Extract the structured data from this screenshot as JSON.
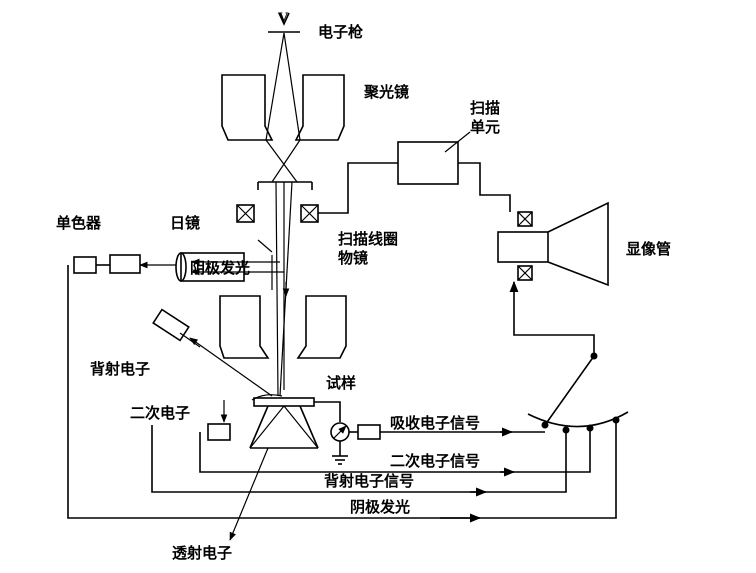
{
  "labels": {
    "gun_symbol": "V",
    "electron_gun": "电子枪",
    "condenser_lens": "聚光镜",
    "scan_unit_line1": "扫描",
    "scan_unit_line2": "单元",
    "aperture": "日镜",
    "monochromator": "单色器",
    "scan_coil": "扫描线圈",
    "objective_lens": "物镜",
    "crt": "显像管",
    "cathodoluminescence_box": "阴极发光",
    "backscattered_electrons": "背射电子",
    "secondary_electrons": "二次电子",
    "specimen": "试样",
    "absorbed_signal": "吸收电子信号",
    "secondary_signal": "二次电子信号",
    "backscattered_signal": "背射电子信号",
    "cathodoluminescence_signal": "阴极发光",
    "transmitted_electrons": "透射电子"
  }
}
